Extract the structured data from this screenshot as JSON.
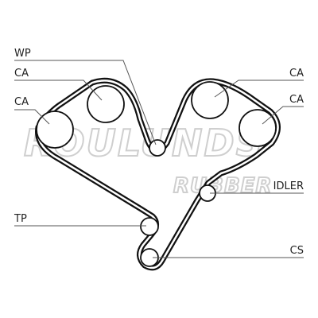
{
  "watermark": {
    "line1": "ROULUNDS",
    "line2": "RUBBER"
  },
  "labels": {
    "wp": "WP",
    "ca_top_left": "CA",
    "ca_mid_left": "CA",
    "ca_top_right": "CA",
    "ca_mid_right": "CA",
    "idler": "IDLER",
    "tp": "TP",
    "cs": "CS"
  },
  "colors": {
    "belt": "#111111",
    "text": "#222222",
    "watermark": "#cfcfcf"
  }
}
